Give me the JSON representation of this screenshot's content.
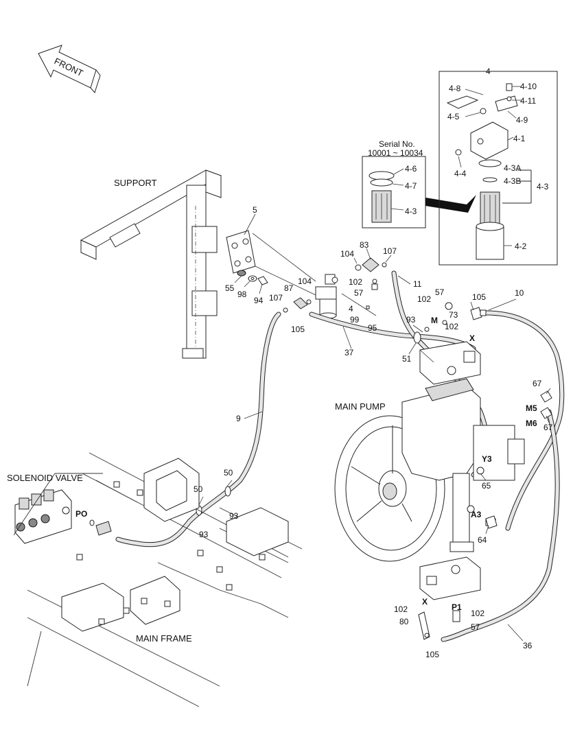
{
  "direction_arrow": {
    "text": "FRONT"
  },
  "assemblies": {
    "support": "SUPPORT",
    "main_pump": "MAIN PUMP",
    "solenoid_valve": "SOLENOID VALVE",
    "main_frame": "MAIN FRAME"
  },
  "serial_box": {
    "title": "Serial No.",
    "range": "10001 ~ 10034"
  },
  "detail_box": {
    "title": "4"
  },
  "ports": {
    "M": "M",
    "X_top": "X",
    "M5": "M5",
    "M6": "M6",
    "Y3": "Y3",
    "A3": "A3",
    "PO": "PO",
    "X_bottom": "X",
    "P1": "P1"
  },
  "callouts": {
    "c4_8": "4-8",
    "c4_10": "4-10",
    "c4_11": "4-11",
    "c4_5": "4-5",
    "c4_9": "4-9",
    "c4_1": "4-1",
    "c4_4": "4-4",
    "c4_3A": "4-3A",
    "c4_3B": "4-3B",
    "c4_3": "4-3",
    "c4_2": "4-2",
    "c4_6": "4-6",
    "c4_7": "4-7",
    "c4_3s": "4-3",
    "c5": "5",
    "c55": "55",
    "c98": "98",
    "c94": "94",
    "c83": "83",
    "c104a": "104",
    "c107a": "107",
    "c102a": "102",
    "c57a": "57",
    "c11": "11",
    "c104b": "104",
    "c87": "87",
    "c107b": "107",
    "c105a": "105",
    "c4": "4",
    "c99": "99",
    "c95": "95",
    "c37": "37",
    "c93a": "93",
    "c51": "51",
    "c57b": "57",
    "c102b": "102",
    "c105b": "105",
    "c10": "10",
    "c73": "73",
    "c102c": "102",
    "c67a": "67",
    "c67b": "67",
    "c9": "9",
    "c65": "65",
    "c64": "64",
    "c50a": "50",
    "c50b": "50",
    "c93b": "93",
    "c93c": "93",
    "c102d": "102",
    "c80": "80",
    "c105c": "105",
    "c102e": "102",
    "c57c": "57",
    "c36": "36"
  }
}
